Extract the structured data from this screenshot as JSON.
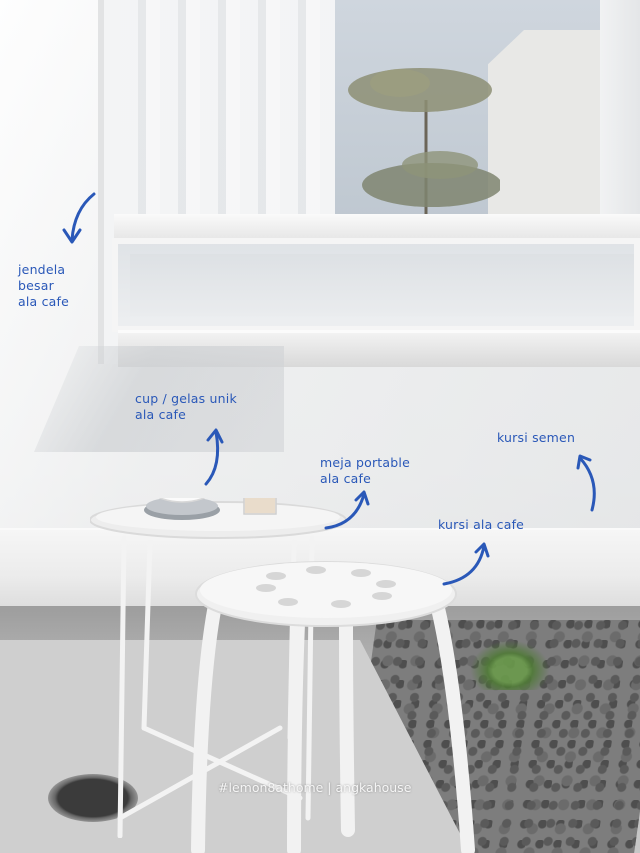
{
  "annotations": {
    "window": "jendela\nbesar\nala cafe",
    "cup": "cup / gelas unik\nala cafe",
    "table": "meja portable\nala cafe",
    "bench": "kursi semen",
    "stool": "kursi ala cafe"
  },
  "watermark": "#lemon8athome | angkahouse",
  "colors": {
    "annotation_blue": "#2a58b8",
    "wall": "#eeeff0",
    "furniture": "#f4f4f4"
  },
  "icons": {
    "arrow": "curved-arrow-icon"
  }
}
